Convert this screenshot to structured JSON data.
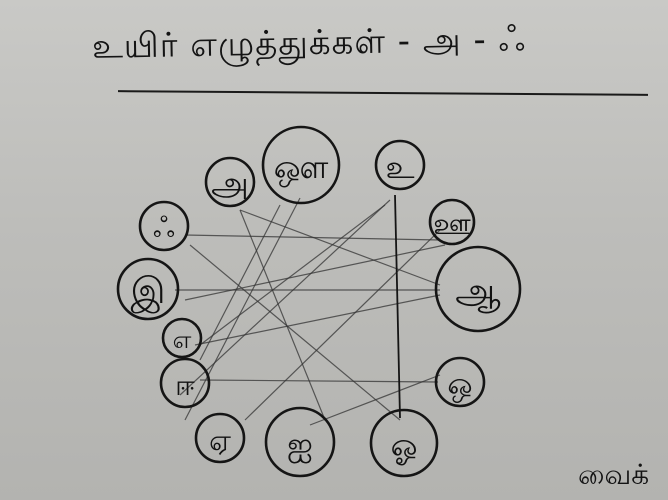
{
  "title": "உயிர் எழுத்துக்கள் - அ - ஃ",
  "corner_text": "வைக்",
  "letters": {
    "a": "அ",
    "au": "ஔ",
    "u": "உ",
    "uu": "ஊ",
    "aa": "ஆ",
    "o": "ஒ",
    "oo": "ஓ",
    "ai": "ஐ",
    "ee": "ஏ",
    "e": "எ",
    "ii": "ஈ",
    "i": "இ",
    "ak": "ஃ"
  }
}
